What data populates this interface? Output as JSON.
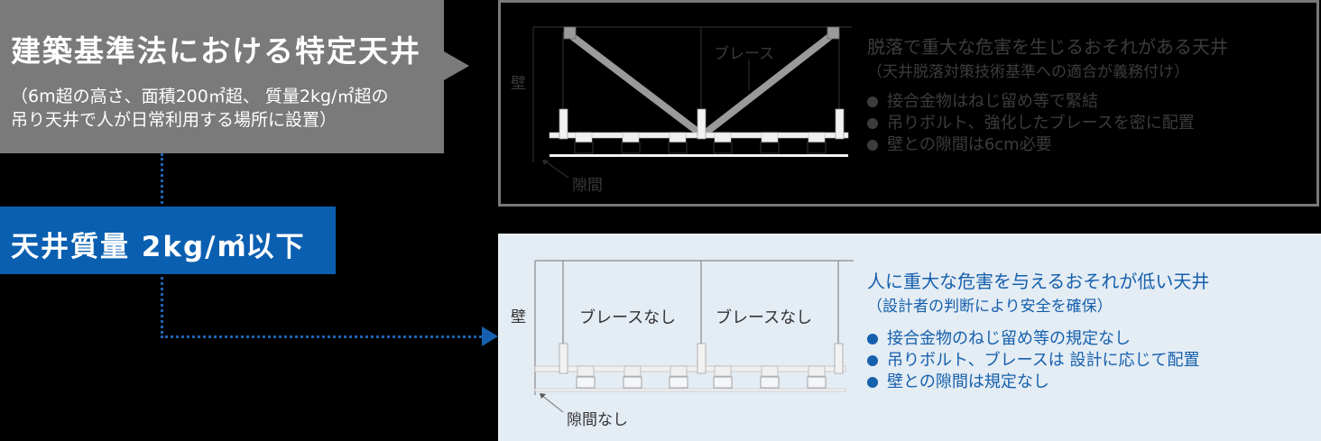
{
  "left": {
    "callout_title": "建築基準法における特定天井",
    "callout_subtitle": "（6m超の高さ、面積200㎡超、 質量2kg/㎡超の\n吊り天井で人が日常利用する場所に設置）",
    "mass_label": "天井質量 2kg/m",
    "mass_label_sup": "2",
    "mass_label_suffix": "以下"
  },
  "top_panel": {
    "diagram": {
      "wall_label": "壁",
      "brace_label": "ブレース",
      "gap_label": "隙間"
    },
    "title": "脱落で重大な危害を生じるおそれがある天井",
    "subtitle": "（天井脱落対策技術基準への適合が義務付け）",
    "bullets": [
      "接合金物はねじ留め等で緊結",
      "吊りボルト、強化したブレースを密に配置",
      "壁との隙間は6cm必要"
    ]
  },
  "bottom_panel": {
    "diagram": {
      "wall_label": "壁",
      "no_brace_label_1": "ブレースなし",
      "no_brace_label_2": "ブレースなし",
      "gap_label": "隙間なし"
    },
    "title": "人に重大な危害を与えるおそれが低い天井",
    "subtitle": "（設計者の判断により安全を確保）",
    "bullets": [
      "接合金物のねじ留め等の規定なし",
      "吊りボルト、ブレースは 設計に応じて配置",
      "壁との隙間は規定なし"
    ]
  },
  "colors": {
    "callout_gray": "#7a7a7a",
    "accent_blue": "#0a5fb0",
    "bottom_panel_bg": "#e4ecf4",
    "top_panel_border": "#787878"
  }
}
